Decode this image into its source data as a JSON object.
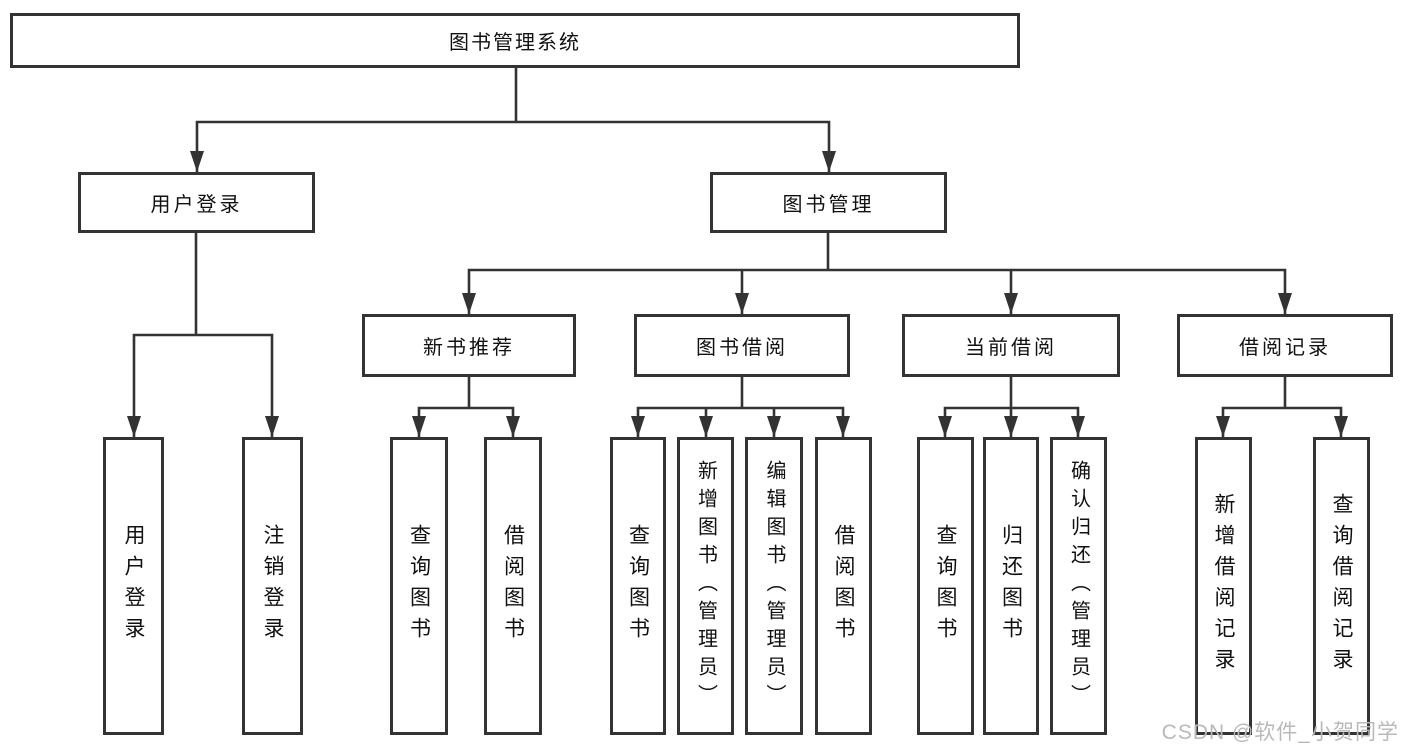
{
  "diagram_type": "hierarchy-tree",
  "root": {
    "label": "图书管理系统"
  },
  "branches": [
    {
      "label": "用户登录",
      "leaves": [
        {
          "label": "用户登录"
        },
        {
          "label": "注销登录"
        }
      ]
    },
    {
      "label": "图书管理",
      "groups": [
        {
          "label": "新书推荐",
          "leaves": [
            {
              "label": "查询图书"
            },
            {
              "label": "借阅图书"
            }
          ]
        },
        {
          "label": "图书借阅",
          "leaves": [
            {
              "label": "查询图书"
            },
            {
              "label": "新增图书（管理员）"
            },
            {
              "label": "编辑图书（管理员）"
            },
            {
              "label": "借阅图书"
            }
          ]
        },
        {
          "label": "当前借阅",
          "leaves": [
            {
              "label": "查询图书"
            },
            {
              "label": "归还图书"
            },
            {
              "label": "确认归还（管理员）"
            }
          ]
        },
        {
          "label": "借阅记录",
          "leaves": [
            {
              "label": "新增借阅记录"
            },
            {
              "label": "查询借阅记录"
            }
          ]
        }
      ]
    }
  ],
  "watermark": {
    "text": "CSDN @软件_小贺同学"
  },
  "colors": {
    "line": "#333333",
    "text": "#111111",
    "background": "#ffffff",
    "watermark": "#b9b9b9"
  }
}
